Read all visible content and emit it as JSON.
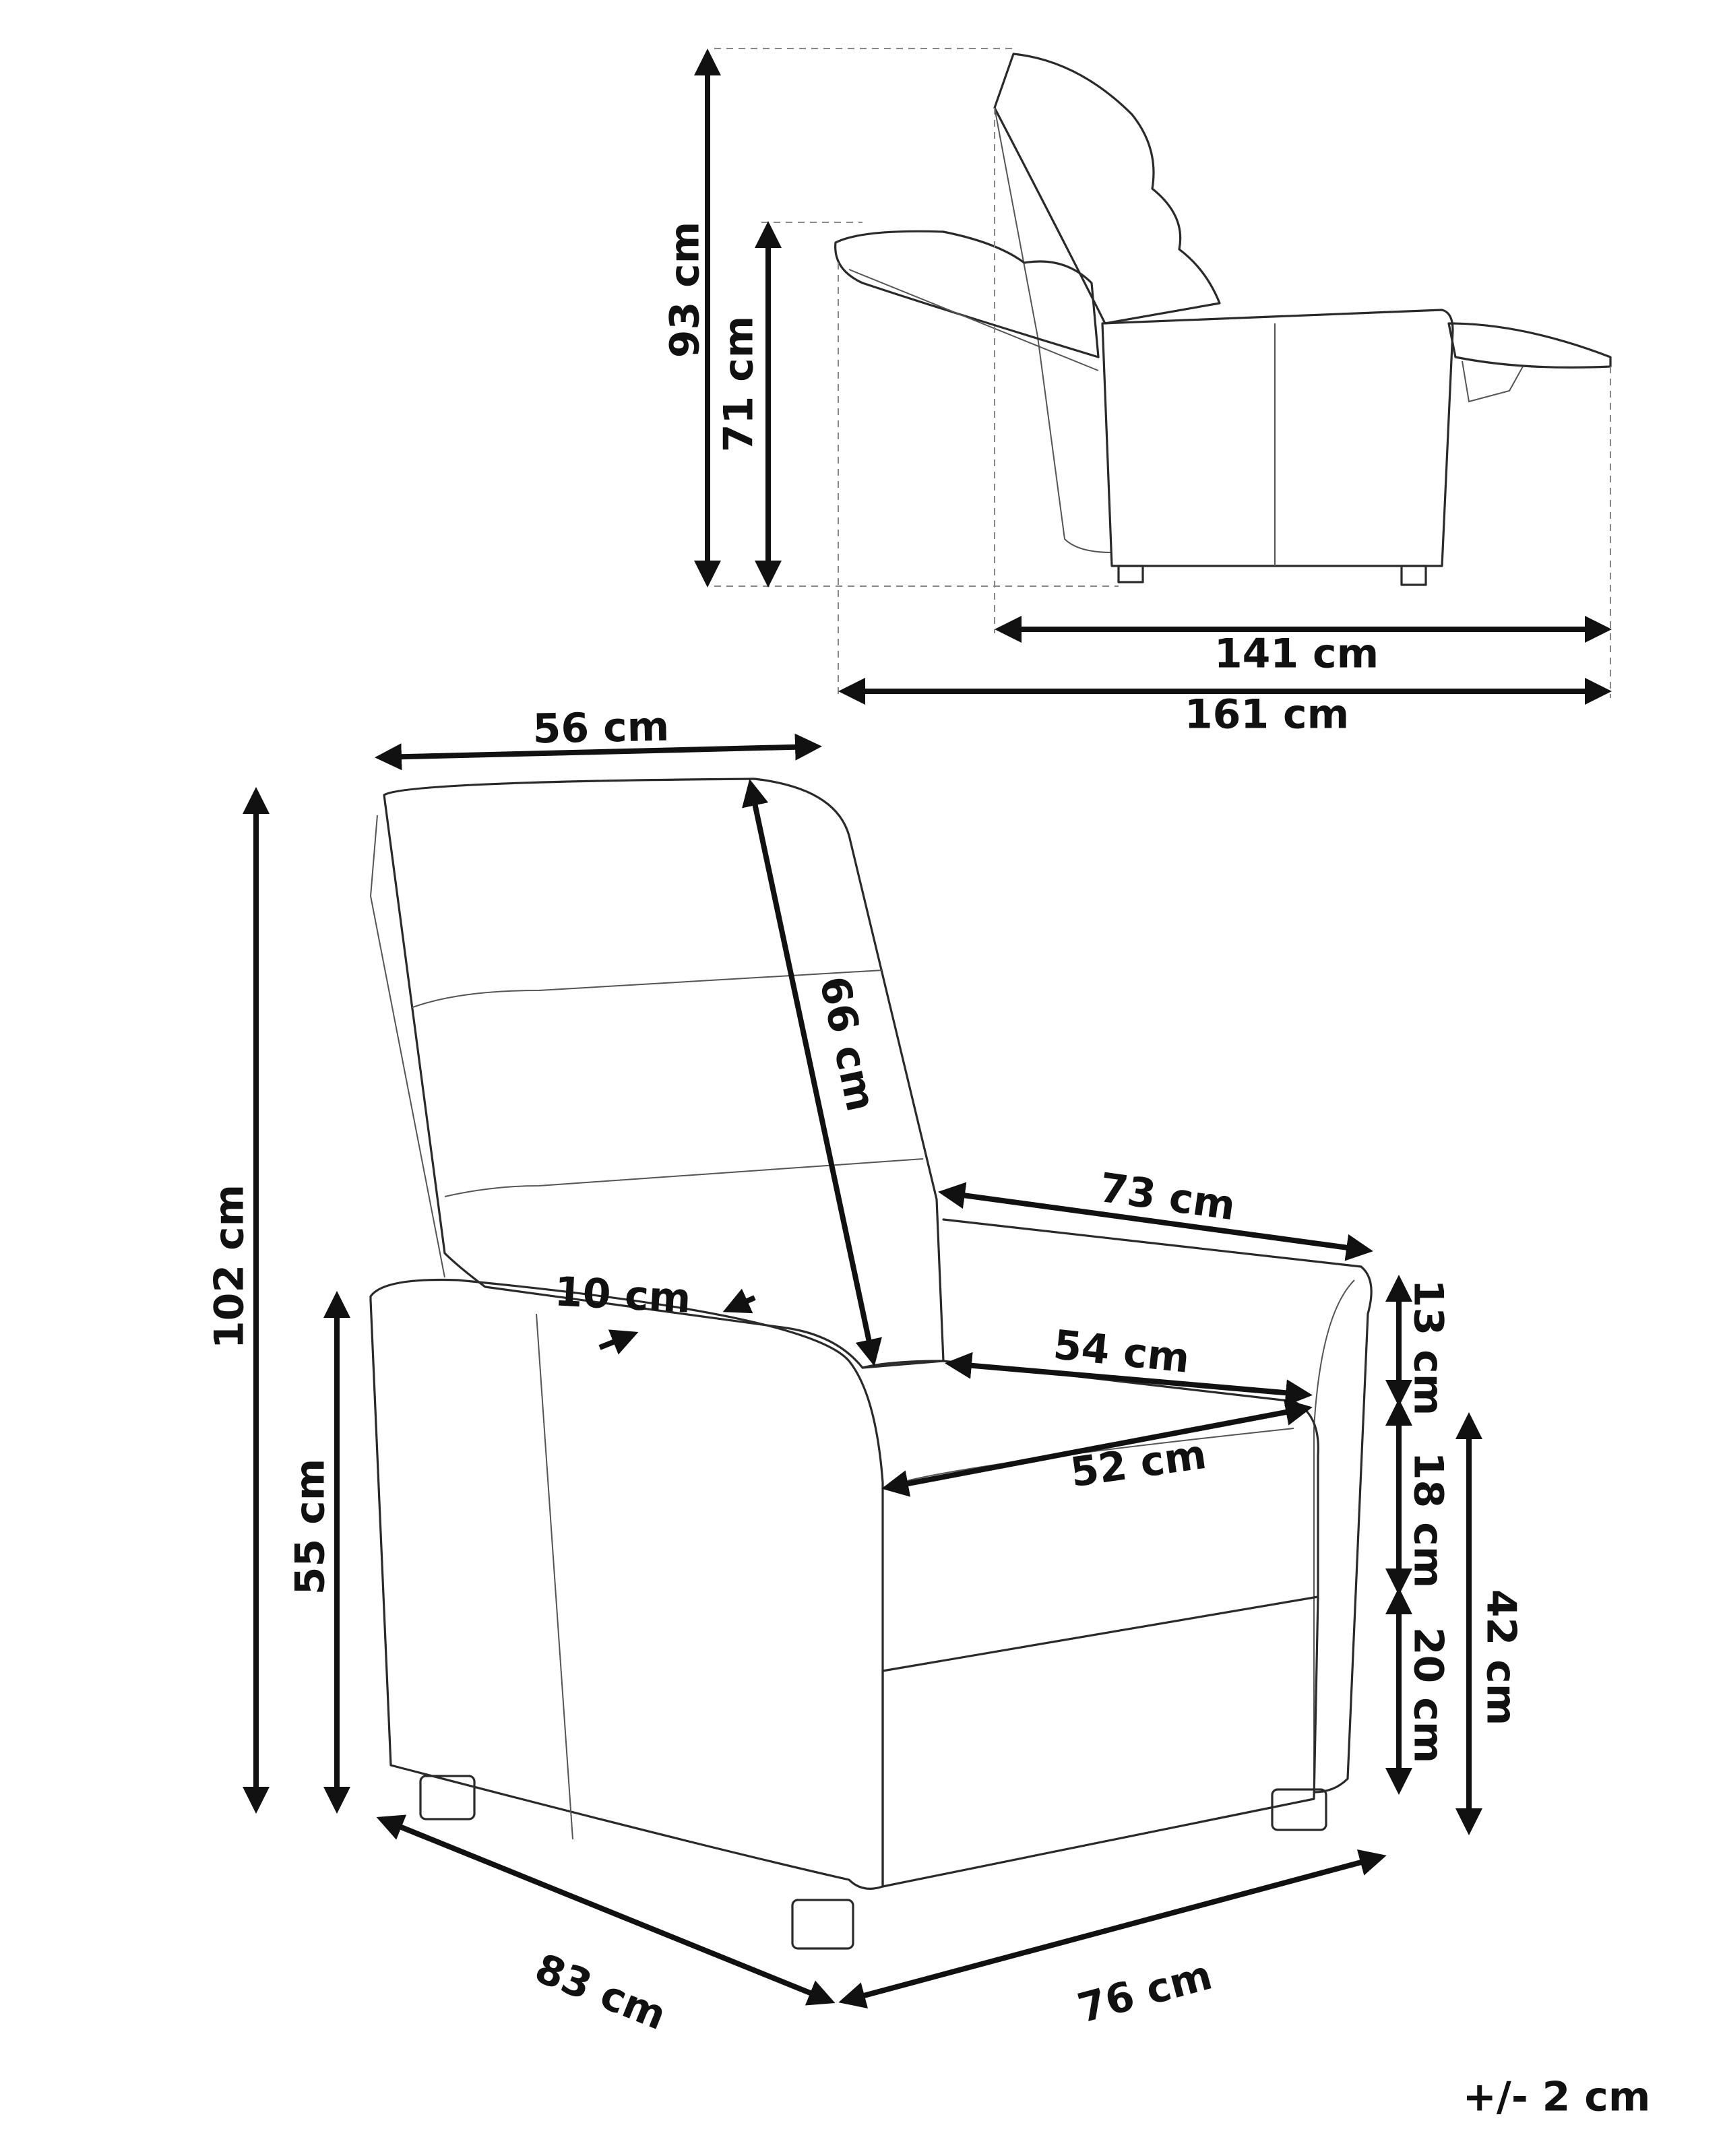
{
  "tolerance": "+/- 2 cm",
  "side_view": {
    "height_reclined": "93 cm",
    "height_upright": "71 cm",
    "length_upright": "141 cm",
    "length_reclined": "161 cm"
  },
  "front_view": {
    "backrest_width": "56 cm",
    "backrest_height": "66 cm",
    "depth_top": "73 cm",
    "armrest_width": "10 cm",
    "seat_depth": "54 cm",
    "seat_width": "52 cm",
    "armrest_above_seat": "13 cm",
    "seat_cushion": "18 cm",
    "seat_base": "20 cm",
    "seat_height": "42 cm",
    "total_height": "102 cm",
    "armrest_height": "55 cm",
    "depth_bottom": "83 cm",
    "width_bottom": "76 cm"
  },
  "colors": {
    "line": "#111111",
    "background": "#ffffff"
  }
}
